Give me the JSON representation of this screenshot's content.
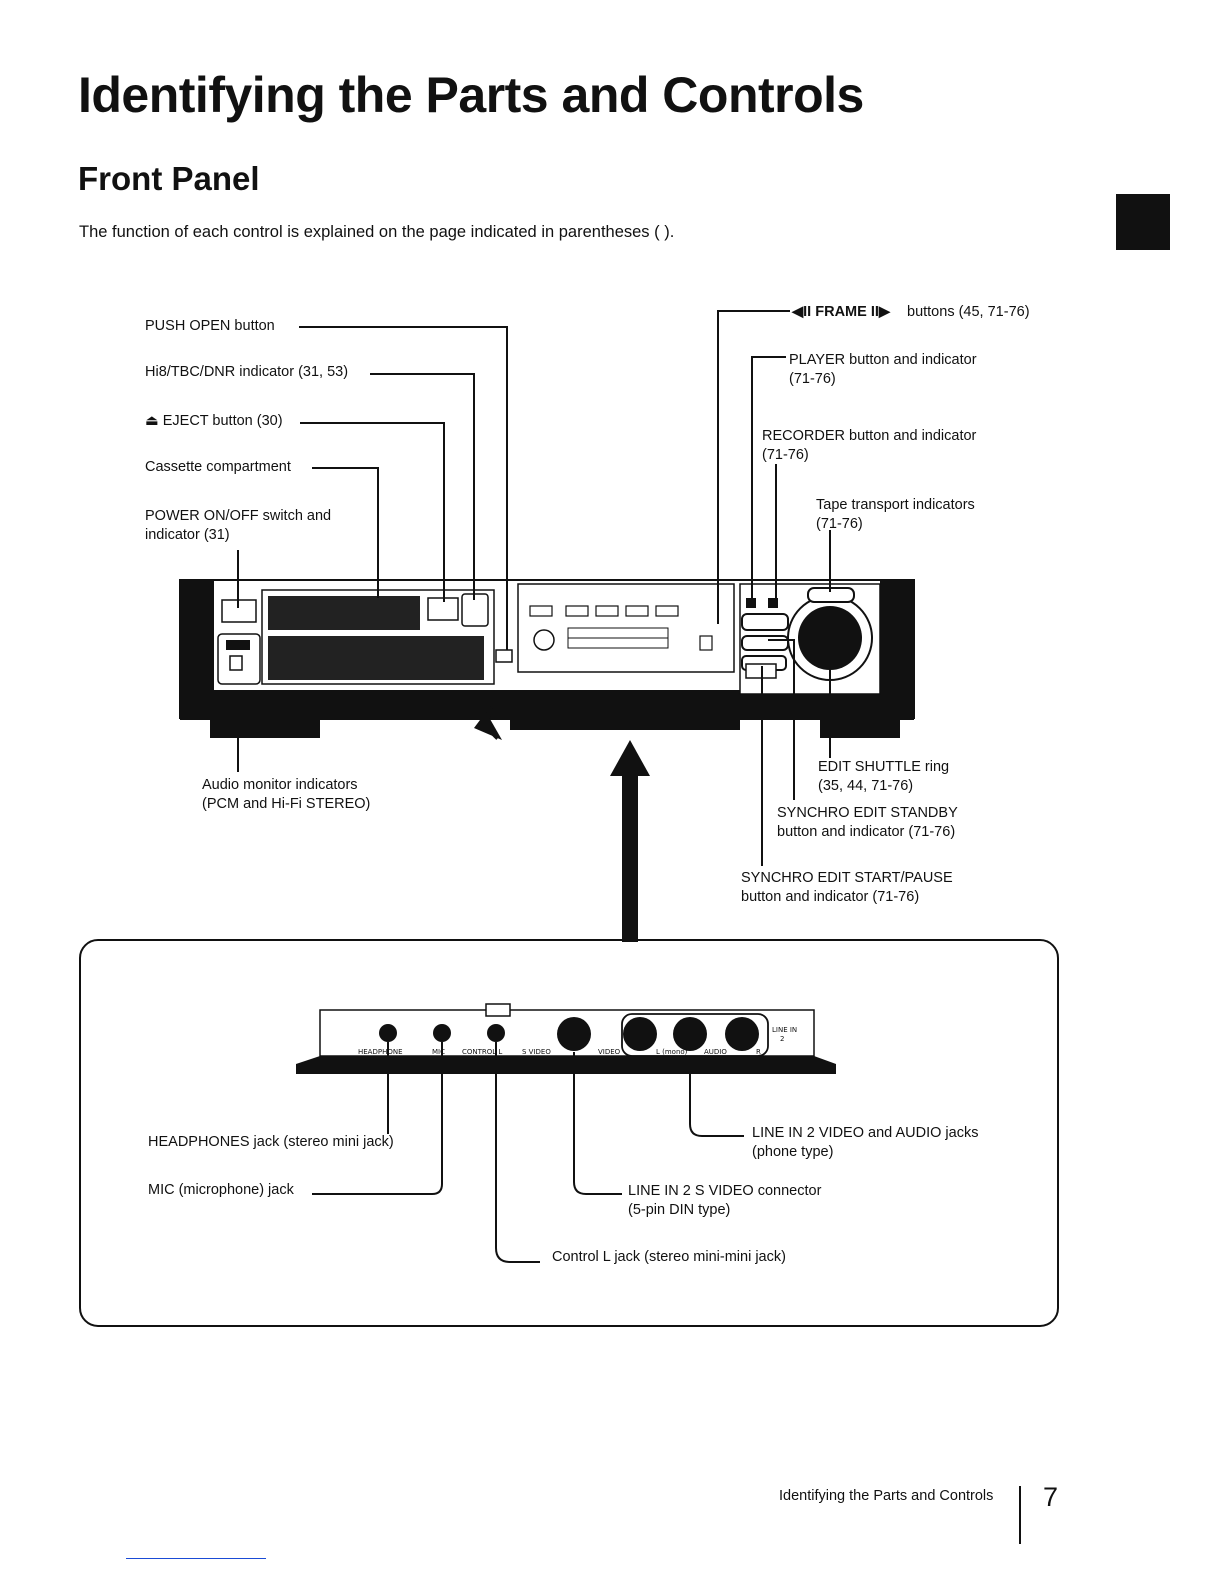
{
  "page": {
    "title": "Identifying the Parts and Controls",
    "section": "Front Panel",
    "intro": "The function of each control is explained on the page indicated in parentheses ( )."
  },
  "front_callouts": {
    "push_open": "PUSH OPEN button",
    "hi8_tbc_dnr": "Hi8/TBC/DNR indicator (31, 53)",
    "eject": "⏏ EJECT button (30)",
    "cassette": "Cassette compartment",
    "power_line1": "POWER ON/OFF switch and",
    "power_line2": "indicator (31)",
    "audio_monitor_line1": "Audio monitor indicators",
    "audio_monitor_line2": "(PCM and Hi-Fi STEREO)",
    "frame_symbols": "◀II FRAME II▶",
    "frame_rest": "buttons (45, 71-76)",
    "player_line1": "PLAYER button and indicator",
    "player_line2": "(71-76)",
    "recorder_line1": "RECORDER button and indicator",
    "recorder_line2": "(71-76)",
    "tape_line1": "Tape transport indicators",
    "tape_line2": "(71-76)",
    "shuttle_line1": "EDIT SHUTTLE ring",
    "shuttle_line2": "(35, 44, 71-76)",
    "standby_line1": "SYNCHRO EDIT STANDBY",
    "standby_line2": "button and indicator (71-76)",
    "start_pause_line1": "SYNCHRO EDIT START/PAUSE",
    "start_pause_line2": "button and indicator (71-76)"
  },
  "panel_labels": {
    "headphone": "HEADPHONE",
    "mic": "MIC",
    "control_l": "CONTROL L",
    "s_video": "S VIDEO",
    "video": "VIDEO",
    "l_mono": "L (mono)",
    "audio": "AUDIO",
    "r": "R",
    "line_in": "LINE IN",
    "line_in_num": "2"
  },
  "panel_callouts": {
    "headphones": "HEADPHONES jack (stereo mini jack)",
    "mic": "MIC (microphone) jack",
    "control_l": "Control L jack (stereo mini-mini jack)",
    "s_video_line1": "LINE IN 2 S VIDEO connector",
    "s_video_line2": "(5-pin DIN type)",
    "line_in2_line1": "LINE IN 2 VIDEO and AUDIO jacks",
    "line_in2_line2": "(phone type)"
  },
  "footer": {
    "running_title": "Identifying the Parts and Controls",
    "page_number": "7"
  }
}
